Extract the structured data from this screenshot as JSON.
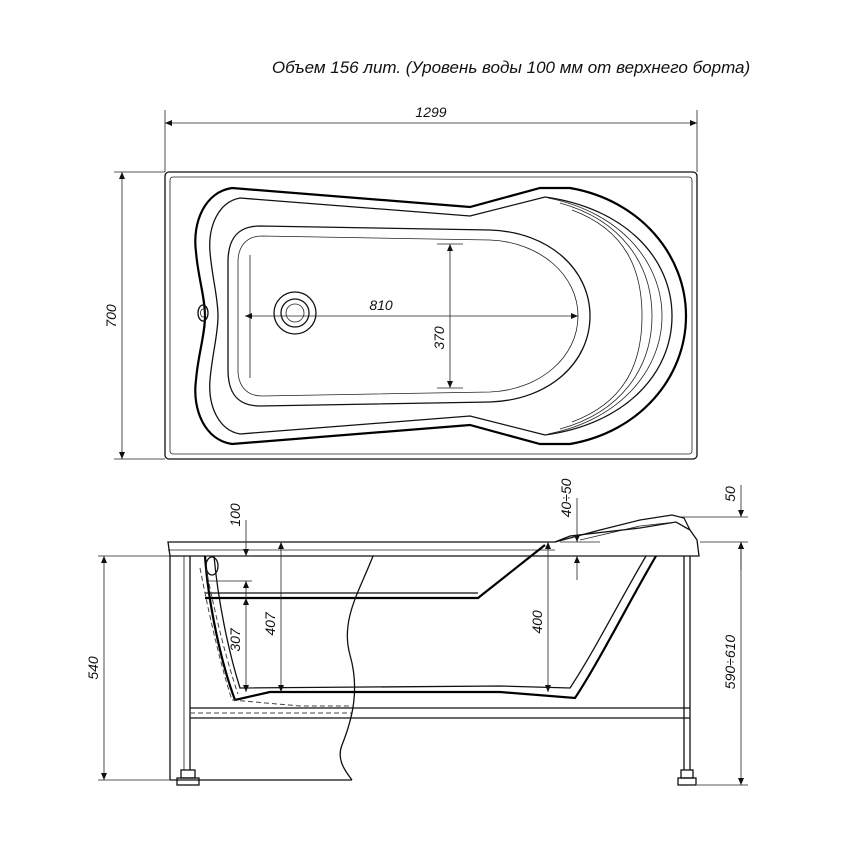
{
  "caption": "Объем 156 лит. (Уровень воды 100 мм от верхнего борта)",
  "dimensions": {
    "length": "1299",
    "width": "700",
    "bottom_length": "810",
    "bottom_width": "370",
    "water_level": "100",
    "depth_307": "307",
    "depth_407": "407",
    "depth_400": "400",
    "height_540": "540",
    "rim_40_50": "40÷50",
    "headrest_50": "50",
    "height_590_610": "590÷610"
  }
}
